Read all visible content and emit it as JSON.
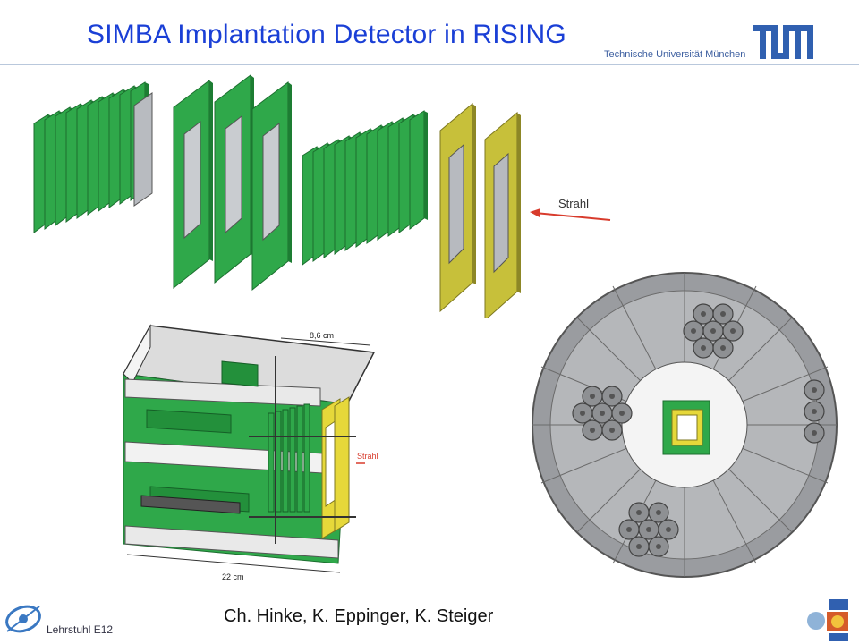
{
  "slide": {
    "title": "SIMBA Implantation Detector in RISING",
    "tum_subtitle": "Technische Universität München",
    "authors": "Ch. Hinke, K. Eppinger, K. Steiger",
    "chair": "Lehrstuhl E12"
  },
  "figure_top": {
    "beam_label": "Strahl"
  },
  "figure_assembly": {
    "dimension_top": "8,6 cm",
    "dimension_bottom": "22 cm",
    "beam_label": "Strahl"
  },
  "colors": {
    "title": "#1a3fd6",
    "pcb_green": "#2fa84a",
    "frame_yellow": "#c7c03a",
    "crystal_grey": "#8e9093",
    "beam_arrow": "#d83b2c"
  }
}
